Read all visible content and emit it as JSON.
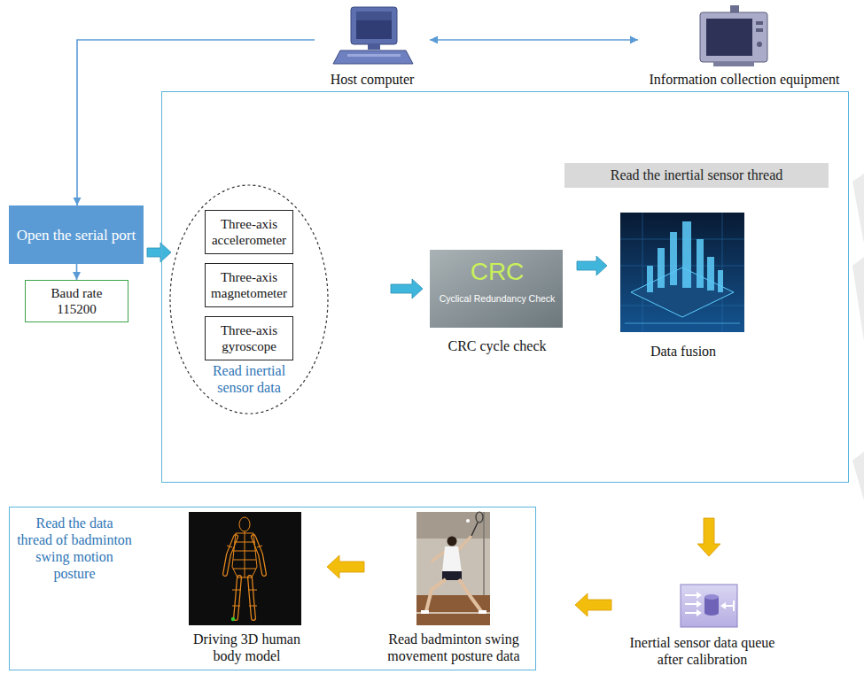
{
  "diagram": {
    "nodes": [
      {
        "text": [
          "Host computer"
        ]
      },
      {
        "text": [
          "Information collection equipment"
        ]
      },
      {
        "text": [
          "Read the inertial sensor thread"
        ]
      },
      {
        "text": [
          "Open the serial port"
        ]
      },
      {
        "text": [
          "Baud rate 115200"
        ]
      },
      {
        "text": [
          "Read inertial sensor data"
        ],
        "in": 2
      },
      {
        "text": [
          "Three-axis accelerometer"
        ],
        "in": 5
      },
      {
        "text": [
          "Three-axis magnetometer"
        ],
        "in": 5
      },
      {
        "text": [
          "Three-axis gyroscope"
        ],
        "in": 5
      },
      {
        "text": [
          "CRC",
          "Cyclical Redundancy Check",
          "CRC cycle check"
        ],
        "in": 2
      },
      {
        "text": [
          "Data fusion"
        ],
        "in": 2
      },
      {
        "text": [
          "Read the data thread of badminton swing motion posture"
        ]
      },
      {
        "text": [
          "Driving 3D human body model"
        ],
        "in": 11
      },
      {
        "text": [
          "Read badminton swing movement posture data"
        ],
        "in": 11
      },
      {
        "text": [
          "Inertial sensor data queue after calibration"
        ]
      }
    ],
    "edges": [
      {
        "from": 0,
        "to": 1,
        "arrow": "both"
      },
      {
        "from": 0,
        "to": 3,
        "arrow": "to"
      },
      {
        "from": 3,
        "to": 4,
        "arrow": "to"
      },
      {
        "from": 3,
        "to": 5,
        "arrow": "to"
      },
      {
        "from": 5,
        "to": 9,
        "arrow": "to"
      },
      {
        "from": 9,
        "to": 10,
        "arrow": "to"
      },
      {
        "from": 2,
        "to": 14,
        "arrow": "to"
      },
      {
        "from": 14,
        "to": 13,
        "arrow": "to"
      },
      {
        "from": 13,
        "to": 12,
        "arrow": "to"
      }
    ]
  }
}
